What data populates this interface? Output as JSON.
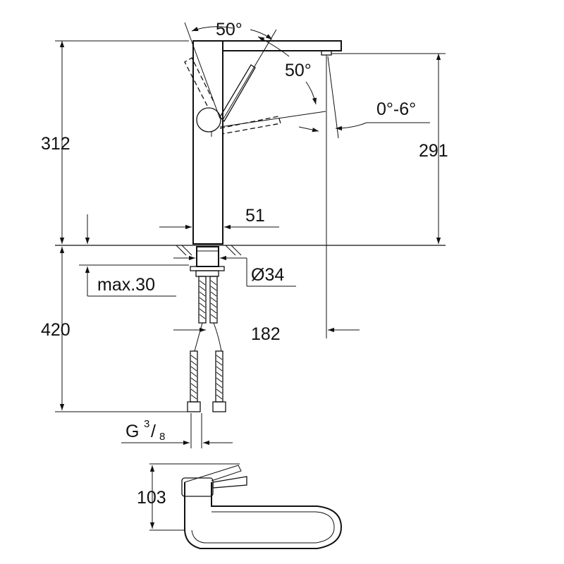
{
  "dimensions": {
    "angle_top": "50°",
    "angle_right": "50°",
    "tilt": "0°-6°",
    "height_312": "312",
    "height_291": "291",
    "width_51": "51",
    "diameter_34": "Ø34",
    "max_30": "max.30",
    "depth_420": "420",
    "reach_182": "182",
    "thread_g": "G",
    "thread_num": "3",
    "thread_den": "8",
    "height_103": "103"
  },
  "colors": {
    "line": "#111111",
    "background": "#ffffff"
  }
}
